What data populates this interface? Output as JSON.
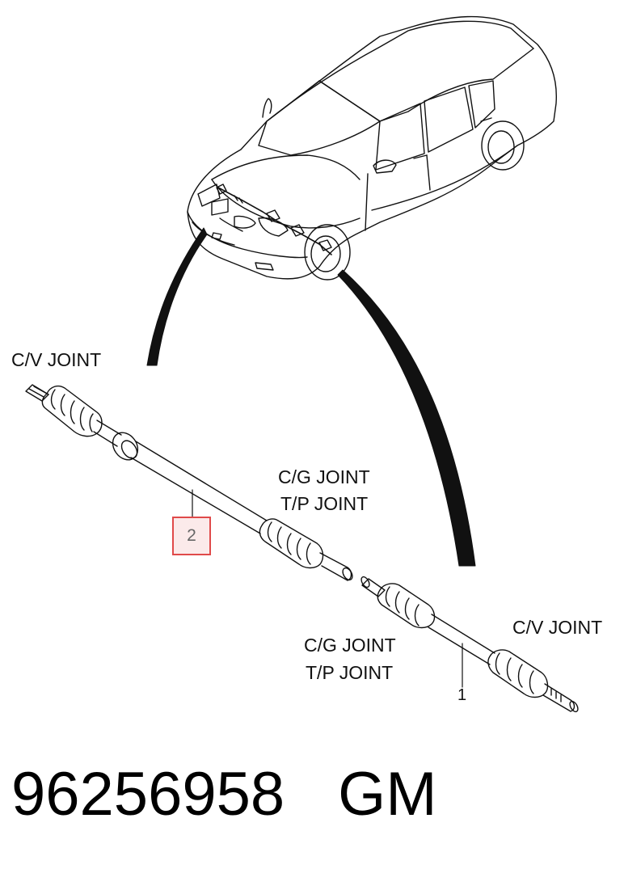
{
  "labels": {
    "cv_joint_left": "C/V JOINT",
    "cg_joint_upper": "C/G JOINT",
    "tp_joint_upper": "T/P JOINT",
    "cg_joint_lower": "C/G JOINT",
    "tp_joint_lower": "T/P JOINT",
    "cv_joint_right": "C/V JOINT"
  },
  "callouts": {
    "item_1": "1",
    "item_2": "2"
  },
  "footer": {
    "part_number": "96256958",
    "brand": "GM"
  },
  "colors": {
    "highlight_border": "#e04a4a",
    "highlight_fill": "#fbeaea",
    "line": "#111111"
  }
}
